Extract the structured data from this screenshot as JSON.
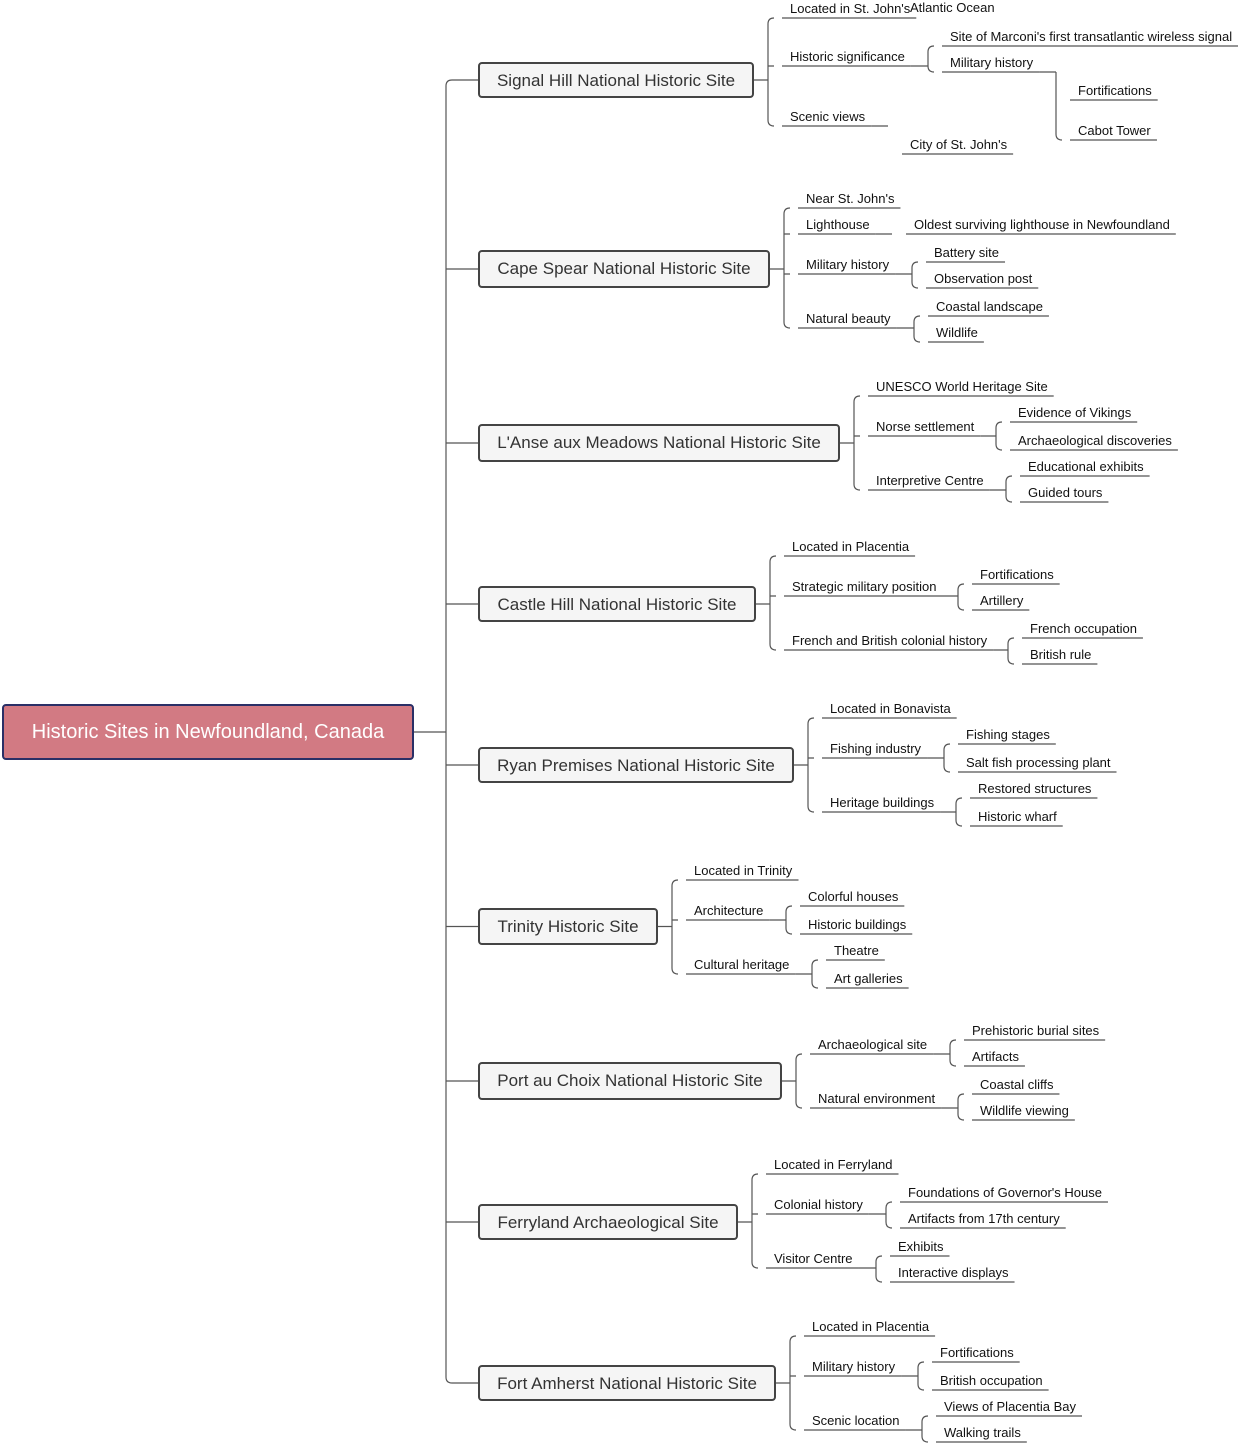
{
  "diagram": {
    "type": "mindmap",
    "colors": {
      "root_fill": "#d27a83",
      "root_border": "#2a2f66",
      "branch_fill": "#f5f5f5",
      "branch_border": "#444444",
      "connector": "#555555"
    },
    "root": "Historic Sites in Newfoundland, Canada",
    "branches": [
      {
        "label": "Signal Hill National Historic Site",
        "children": [
          {
            "label": "Located in St. John's",
            "children": []
          },
          {
            "label": "Historic significance",
            "children": [
              {
                "label": "Site of Marconi's first transatlantic wireless signal",
                "children": []
              },
              {
                "label": "Military history",
                "children": [
                  {
                    "label": "Fortifications",
                    "children": []
                  },
                  {
                    "label": "Cabot Tower",
                    "children": []
                  }
                ]
              }
            ]
          },
          {
            "label": "Scenic views",
            "children": [
              {
                "label": "City of St. John's",
                "children": []
              },
              {
                "label": "Atlantic Ocean",
                "children": []
              }
            ]
          }
        ]
      },
      {
        "label": "Cape Spear National Historic Site",
        "children": [
          {
            "label": "Near St. John's",
            "children": []
          },
          {
            "label": "Lighthouse",
            "children": [
              {
                "label": "Oldest surviving lighthouse in Newfoundland",
                "children": []
              }
            ]
          },
          {
            "label": "Military history",
            "children": [
              {
                "label": "Battery site",
                "children": []
              },
              {
                "label": "Observation post",
                "children": []
              }
            ]
          },
          {
            "label": "Natural beauty",
            "children": [
              {
                "label": "Coastal landscape",
                "children": []
              },
              {
                "label": "Wildlife",
                "children": []
              }
            ]
          }
        ]
      },
      {
        "label": "L'Anse aux Meadows National Historic Site",
        "children": [
          {
            "label": "UNESCO World Heritage Site",
            "children": []
          },
          {
            "label": "Norse settlement",
            "children": [
              {
                "label": "Evidence of Vikings",
                "children": []
              },
              {
                "label": "Archaeological discoveries",
                "children": []
              }
            ]
          },
          {
            "label": "Interpretive Centre",
            "children": [
              {
                "label": "Educational exhibits",
                "children": []
              },
              {
                "label": "Guided tours",
                "children": []
              }
            ]
          }
        ]
      },
      {
        "label": "Castle Hill National Historic Site",
        "children": [
          {
            "label": "Located in Placentia",
            "children": []
          },
          {
            "label": "Strategic military position",
            "children": [
              {
                "label": "Fortifications",
                "children": []
              },
              {
                "label": "Artillery",
                "children": []
              }
            ]
          },
          {
            "label": "French and British colonial history",
            "children": [
              {
                "label": "French occupation",
                "children": []
              },
              {
                "label": "British rule",
                "children": []
              }
            ]
          }
        ]
      },
      {
        "label": "Ryan Premises National Historic Site",
        "children": [
          {
            "label": "Located in Bonavista",
            "children": []
          },
          {
            "label": "Fishing industry",
            "children": [
              {
                "label": "Fishing stages",
                "children": []
              },
              {
                "label": "Salt fish processing plant",
                "children": []
              }
            ]
          },
          {
            "label": "Heritage buildings",
            "children": [
              {
                "label": "Restored structures",
                "children": []
              },
              {
                "label": "Historic wharf",
                "children": []
              }
            ]
          }
        ]
      },
      {
        "label": "Trinity Historic Site",
        "children": [
          {
            "label": "Located in Trinity",
            "children": []
          },
          {
            "label": "Architecture",
            "children": [
              {
                "label": "Colorful houses",
                "children": []
              },
              {
                "label": "Historic buildings",
                "children": []
              }
            ]
          },
          {
            "label": "Cultural heritage",
            "children": [
              {
                "label": "Theatre",
                "children": []
              },
              {
                "label": "Art galleries",
                "children": []
              }
            ]
          }
        ]
      },
      {
        "label": "Port au Choix National Historic Site",
        "children": [
          {
            "label": "Archaeological site",
            "children": [
              {
                "label": "Prehistoric burial sites",
                "children": []
              },
              {
                "label": "Artifacts",
                "children": []
              }
            ]
          },
          {
            "label": "Natural environment",
            "children": [
              {
                "label": "Coastal cliffs",
                "children": []
              },
              {
                "label": "Wildlife viewing",
                "children": []
              }
            ]
          }
        ]
      },
      {
        "label": "Ferryland Archaeological Site",
        "children": [
          {
            "label": "Located in Ferryland",
            "children": []
          },
          {
            "label": "Colonial history",
            "children": [
              {
                "label": "Foundations of Governor's House",
                "children": []
              },
              {
                "label": "Artifacts from 17th century",
                "children": []
              }
            ]
          },
          {
            "label": "Visitor Centre",
            "children": [
              {
                "label": "Exhibits",
                "children": []
              },
              {
                "label": "Interactive displays",
                "children": []
              }
            ]
          }
        ]
      },
      {
        "label": "Fort Amherst National Historic Site",
        "children": [
          {
            "label": "Located in Placentia",
            "children": []
          },
          {
            "label": "Military history",
            "children": [
              {
                "label": "Fortifications",
                "children": []
              },
              {
                "label": "British occupation",
                "children": []
              }
            ]
          },
          {
            "label": "Scenic location",
            "children": [
              {
                "label": "Views of Placentia Bay",
                "children": []
              },
              {
                "label": "Walking trails",
                "children": []
              }
            ]
          }
        ]
      }
    ]
  }
}
